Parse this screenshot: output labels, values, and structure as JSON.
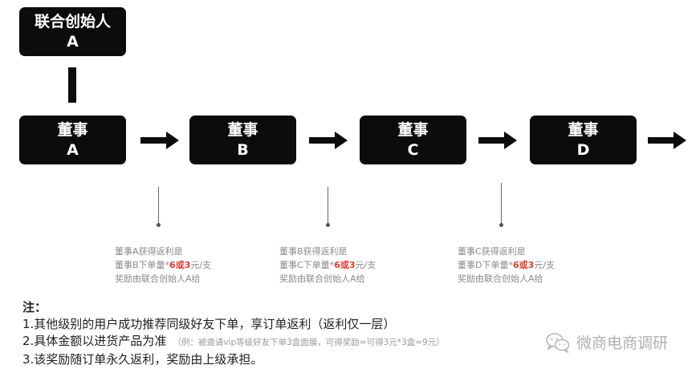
{
  "founder": {
    "line1": "联合创始人",
    "line2": "A"
  },
  "directors": [
    {
      "line1": "董事",
      "line2": "A"
    },
    {
      "line1": "董事",
      "line2": "B"
    },
    {
      "line1": "董事",
      "line2": "C"
    },
    {
      "line1": "董事",
      "line2": "D"
    }
  ],
  "descriptions": [
    {
      "l1": "董事A获得返利是",
      "l2_pre": "董事B下单量*",
      "l2_red": "6或3",
      "l2_post": "元/支",
      "l3": "奖励由联合创始人A给"
    },
    {
      "l1": "董事B获得返利是",
      "l2_pre": "董事C下单量*",
      "l2_red": "6或3",
      "l2_post": "元/支",
      "l3": "奖励由联合创始人A给"
    },
    {
      "l1": "董事C获得返利是",
      "l2_pre": "董事D下单量*",
      "l2_red": "6或3",
      "l2_post": "元/支",
      "l3": "奖励由联合创始人A给"
    }
  ],
  "notes": {
    "title": "注：",
    "item1": "1.其他级别的用户成功推荐同级好友下单，享订单返利（返利仅一层）",
    "item2": "2.具体金额以进货产品为准",
    "item2_example": "（例：被邀请vip等级好友下单3盒面膜，可得奖励=可得3元*3盒=9元）",
    "item3": "3.该奖励随订单永久返利，奖励由上级承担。"
  },
  "watermark": {
    "text": "微商电商调研",
    "icon": "wechat-icon"
  },
  "colors": {
    "box": "#0c0c0c",
    "highlight": "#e03a2f"
  }
}
